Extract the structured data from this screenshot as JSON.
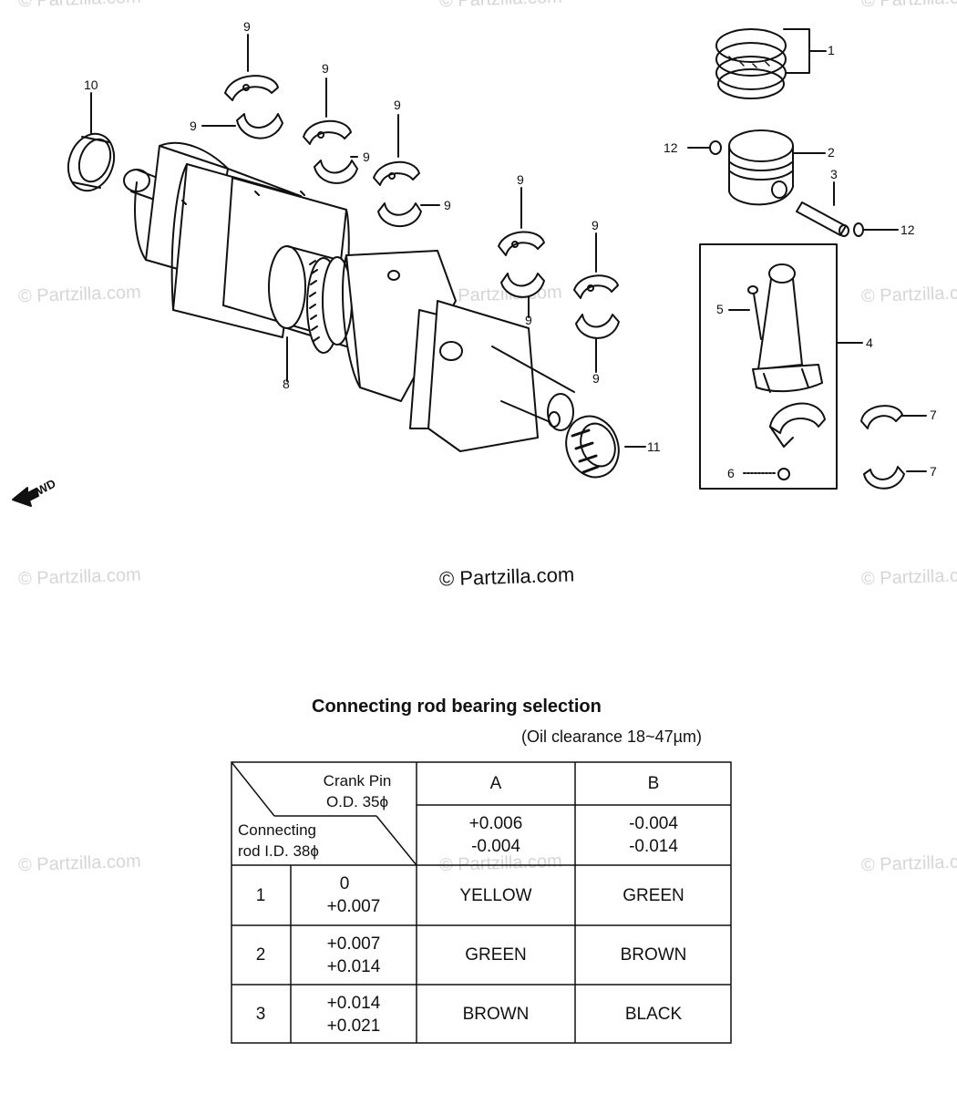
{
  "watermark": "© Partzilla.com",
  "copyright": "© Partzilla.com",
  "fwd_label": "FWD",
  "callouts": {
    "c1": "1",
    "c2": "2",
    "c3": "3",
    "c4": "4",
    "c5": "5",
    "c6": "6",
    "c7": "7",
    "c8": "8",
    "c9": "9",
    "c10": "10",
    "c11": "11",
    "c12": "12"
  },
  "table": {
    "title": "Connecting rod bearing selection",
    "subtitle": "(Oil clearance 18~47µm)",
    "header": {
      "crank_pin_line1": "Crank Pin",
      "crank_pin_line2": "O.D. 35ϕ",
      "rod_line1": "Connecting",
      "rod_line2": "rod I.D. 38ϕ",
      "col_a": "A",
      "col_b": "B",
      "col_a_tol1": "+0.006",
      "col_a_tol2": "-0.004",
      "col_b_tol1": "-0.004",
      "col_b_tol2": "-0.014"
    },
    "rows": [
      {
        "num": "1",
        "tol1": "0",
        "tol2": "+0.007",
        "a": "YELLOW",
        "b": "GREEN"
      },
      {
        "num": "2",
        "tol1": "+0.007",
        "tol2": "+0.014",
        "a": "GREEN",
        "b": "BROWN"
      },
      {
        "num": "3",
        "tol1": "+0.014",
        "tol2": "+0.021",
        "a": "BROWN",
        "b": "BLACK"
      }
    ]
  }
}
